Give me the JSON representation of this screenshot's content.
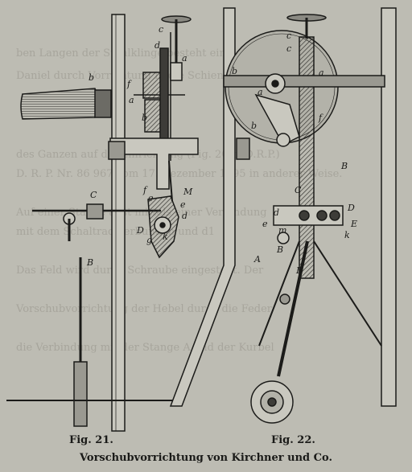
{
  "figures": [
    {
      "label": "Fig. 21."
    },
    {
      "label": "Fig. 22."
    }
  ],
  "caption": "Vorschubvorrichtung von Kirchner und Co.",
  "fig21_letters": [
    "c",
    "d",
    "a",
    "b",
    "f",
    "a",
    "b",
    "C",
    "f",
    "e",
    "M",
    "e",
    "d",
    "D",
    "g",
    "k",
    "B"
  ],
  "fig22_letters": [
    "c",
    "c",
    "a",
    "b",
    "f",
    "a",
    "b",
    "C",
    "B",
    "D",
    "d",
    "e",
    "m",
    "E",
    "B",
    "A",
    "D",
    "k"
  ],
  "bleed_through_lines": [
    "ben Langen der Stahlklinge besteht eine Arbeitsweise",
    "Daniel durch Vorrichtung in die Schienen",
    "des Ganzen auf die Einrichtung (Fig. 20 in D.R.P.)",
    "D. R. P. Nr. 86 967 vom 17. Dezember 1895 in anderer Weise.",
    "Auf einer Stange a ist mittels einer Verbindung",
    "mit dem Schaltrad verbunden und d1",
    "Das Feld wird durch Schraube eingestellt. Der",
    "Vorschubvorrichtung der Hebel durch die Feder",
    "die Verbindung mit der Stange A und der Kurbel"
  ],
  "colors": {
    "paper": "#bdbcb3",
    "ink": "#1b1b19",
    "shade": "#3d3c38",
    "ghost": "#a7a59c"
  }
}
